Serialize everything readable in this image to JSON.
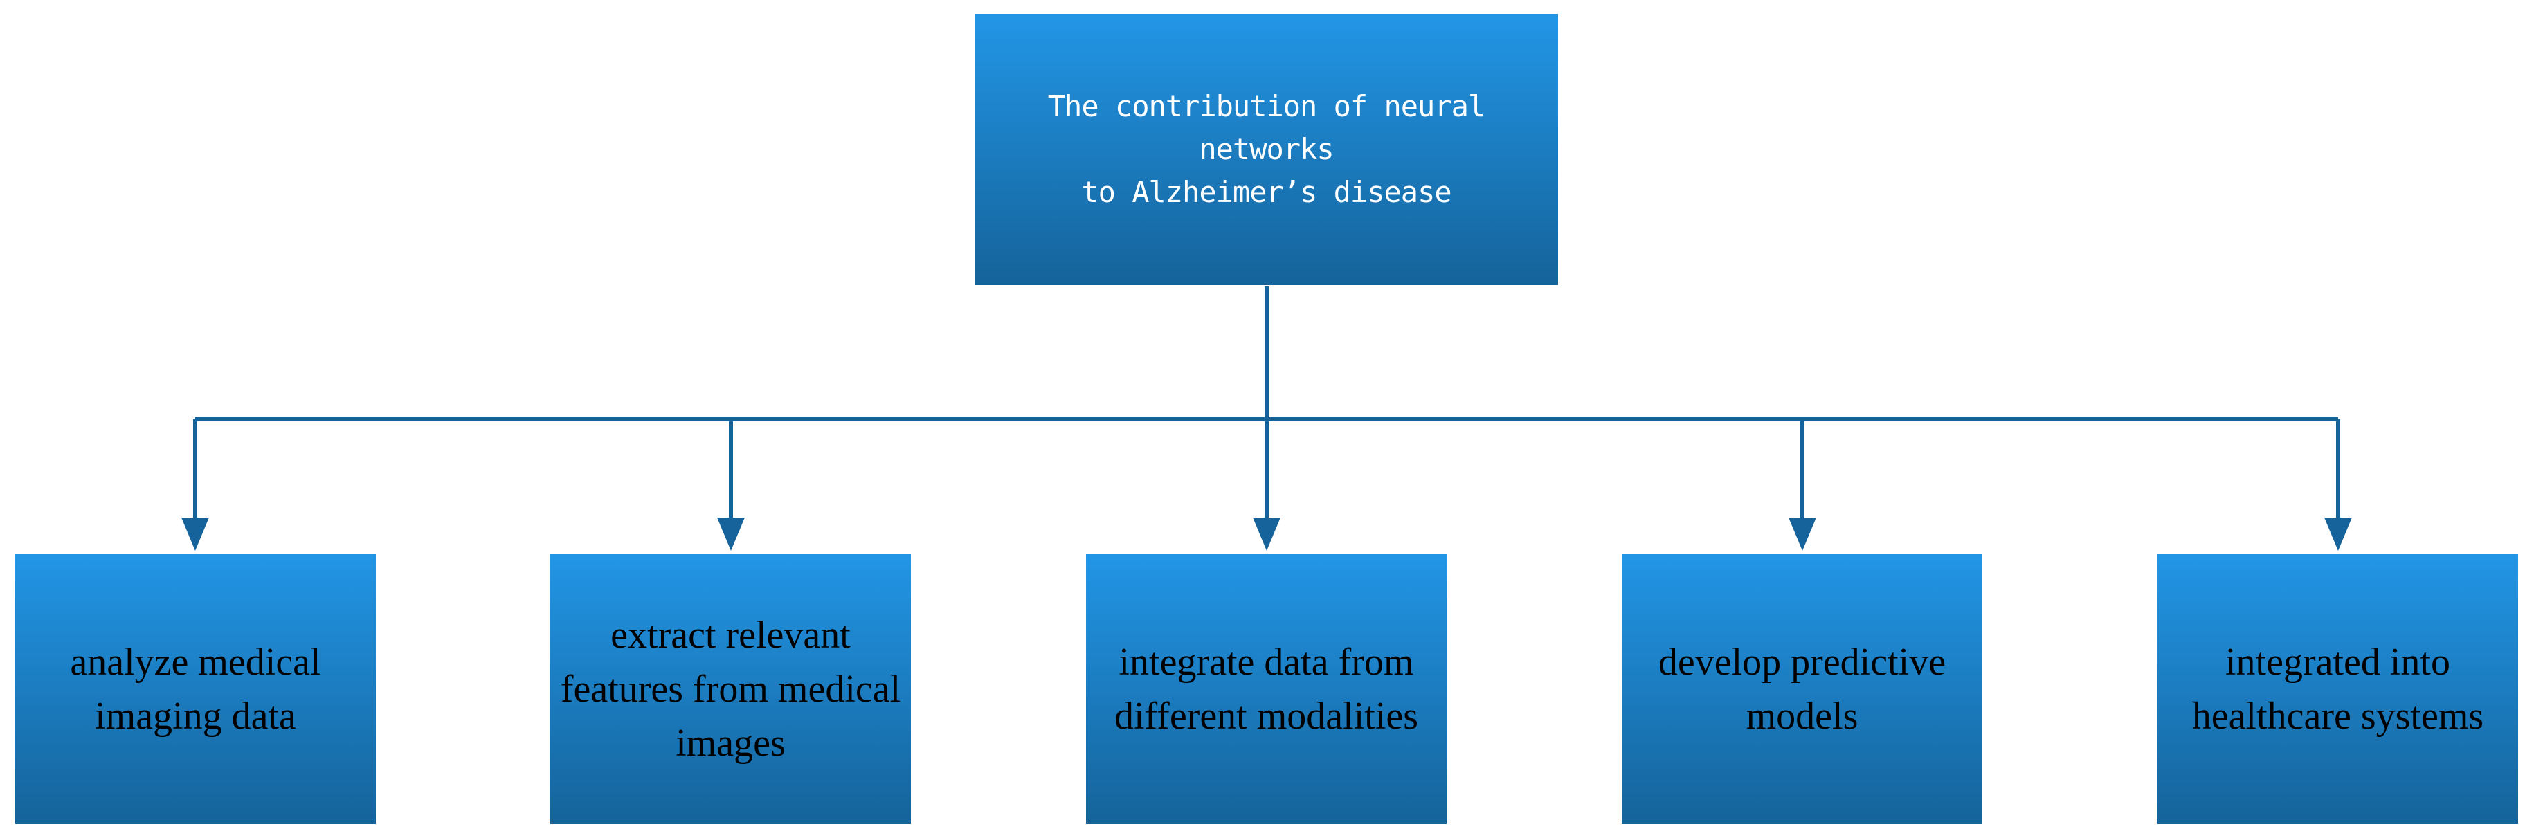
{
  "root": {
    "label": "The contribution of neural networks\nto Alzheimer’s disease"
  },
  "children": [
    {
      "label": "analyze medical\nimaging data"
    },
    {
      "label": "extract relevant\nfeatures from medical\nimages"
    },
    {
      "label": "integrate data from\ndifferent modalities"
    },
    {
      "label": "develop predictive\nmodels"
    },
    {
      "label": "integrated into\nhealthcare systems"
    }
  ],
  "colors": {
    "box_top": "#2296e6",
    "box_bottom": "#15639a",
    "connector": "#15639a"
  }
}
